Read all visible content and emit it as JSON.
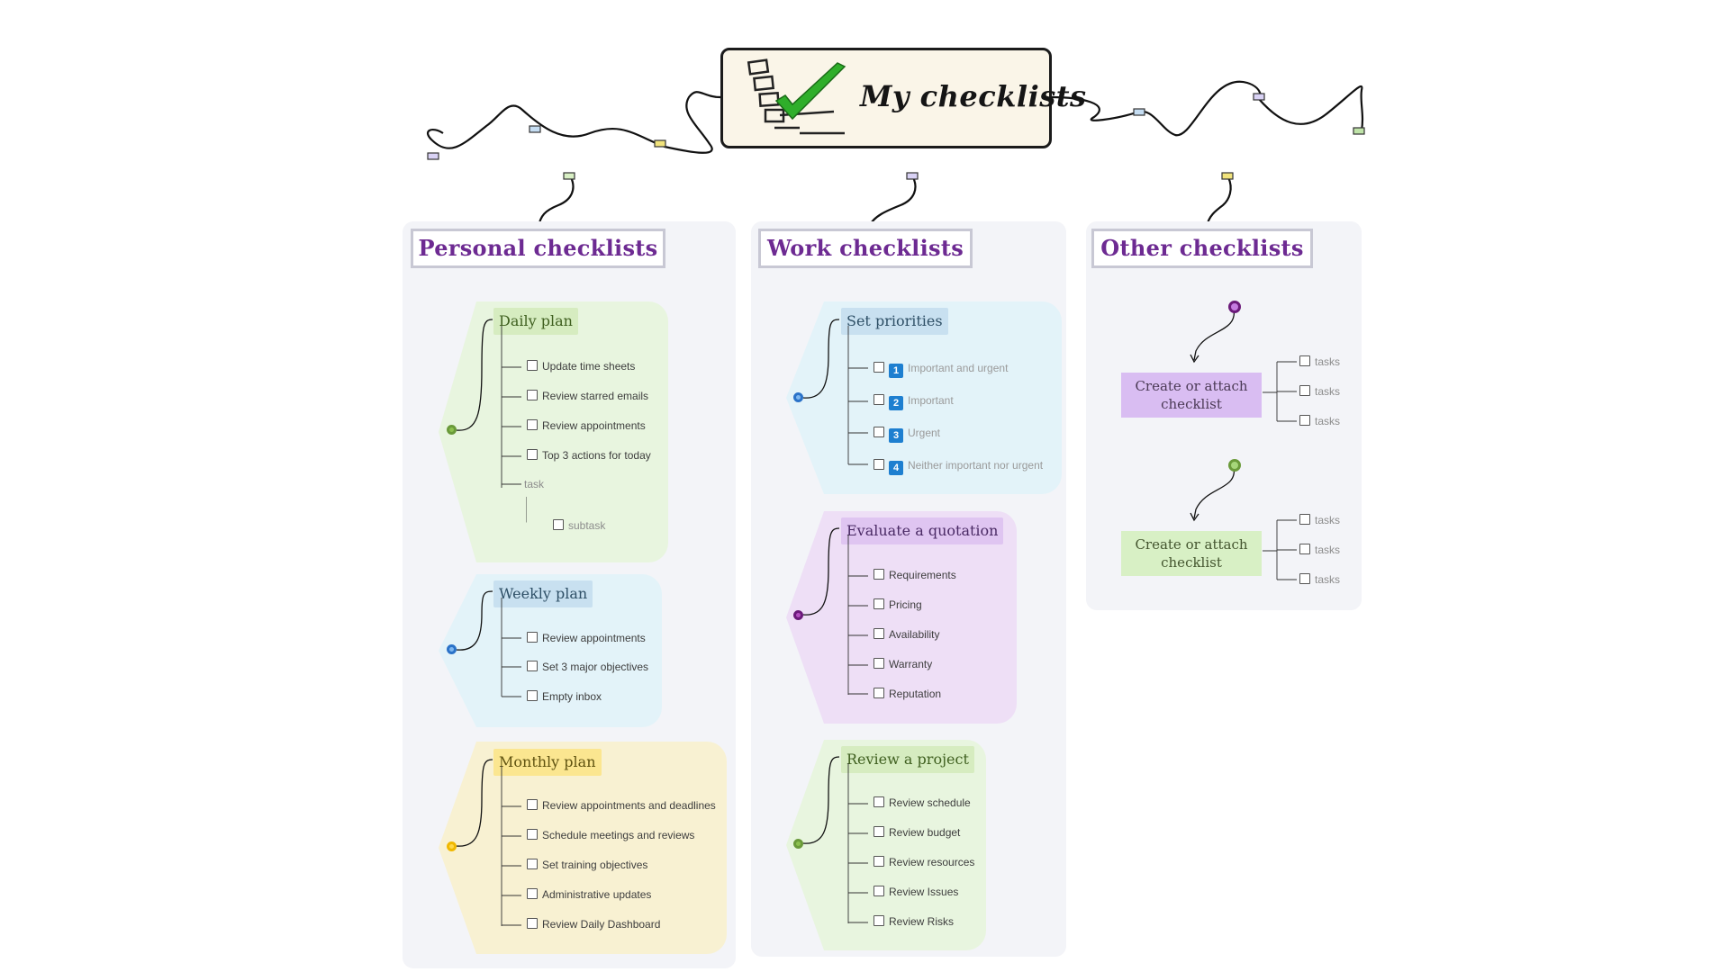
{
  "central": {
    "title": "My checklists",
    "icon": "checklist-icon"
  },
  "columns": [
    {
      "title": "Personal checklists",
      "groups": [
        {
          "title": "Daily plan",
          "color": "#e8f5df",
          "dot": "#6a9a3a",
          "items": [
            "Update time sheets",
            "Review starred emails",
            "Review appointments",
            "Top 3 actions for today"
          ],
          "extra": {
            "task": "task",
            "subtask": "subtask"
          }
        },
        {
          "title": "Weekly plan",
          "color": "#e3f3f9",
          "dot": "#2a72c8",
          "items": [
            "Review appointments",
            "Set 3 major objectives",
            "Empty inbox"
          ]
        },
        {
          "title": "Monthly plan",
          "color": "#f8f1d2",
          "dot": "#f0b800",
          "items": [
            "Review appointments and deadlines",
            "Schedule meetings and reviews",
            "Set training objectives",
            "Administrative updates",
            "Review Daily Dashboard"
          ]
        }
      ]
    },
    {
      "title": "Work checklists",
      "groups": [
        {
          "title": "Set priorities",
          "color": "#e3f3f9",
          "dot": "#2a72c8",
          "items": [
            {
              "num": "1",
              "label": "Important and urgent"
            },
            {
              "num": "2",
              "label": "Important"
            },
            {
              "num": "3",
              "label": "Urgent"
            },
            {
              "num": "4",
              "label": "Neither important nor urgent"
            }
          ]
        },
        {
          "title": "Evaluate a quotation",
          "color": "#eedff6",
          "dot": "#6b1a7a",
          "items": [
            "Requirements",
            "Pricing",
            "Availability",
            "Warranty",
            "Reputation"
          ]
        },
        {
          "title": "Review a project",
          "color": "#e8f5df",
          "dot": "#6a9a3a",
          "items": [
            "Review schedule",
            "Review budget",
            "Review resources",
            "Review Issues",
            "Review Risks"
          ]
        }
      ]
    },
    {
      "title": "Other checklists",
      "nodes": [
        {
          "label": "Create or attach checklist",
          "color": "#d9bdf2",
          "dot": "#6b1a7a",
          "items": [
            "tasks",
            "tasks",
            "tasks"
          ]
        },
        {
          "label": "Create or attach checklist",
          "color": "#d8f0c5",
          "dot": "#6a9a3a",
          "items": [
            "tasks",
            "tasks",
            "tasks"
          ]
        }
      ]
    }
  ]
}
